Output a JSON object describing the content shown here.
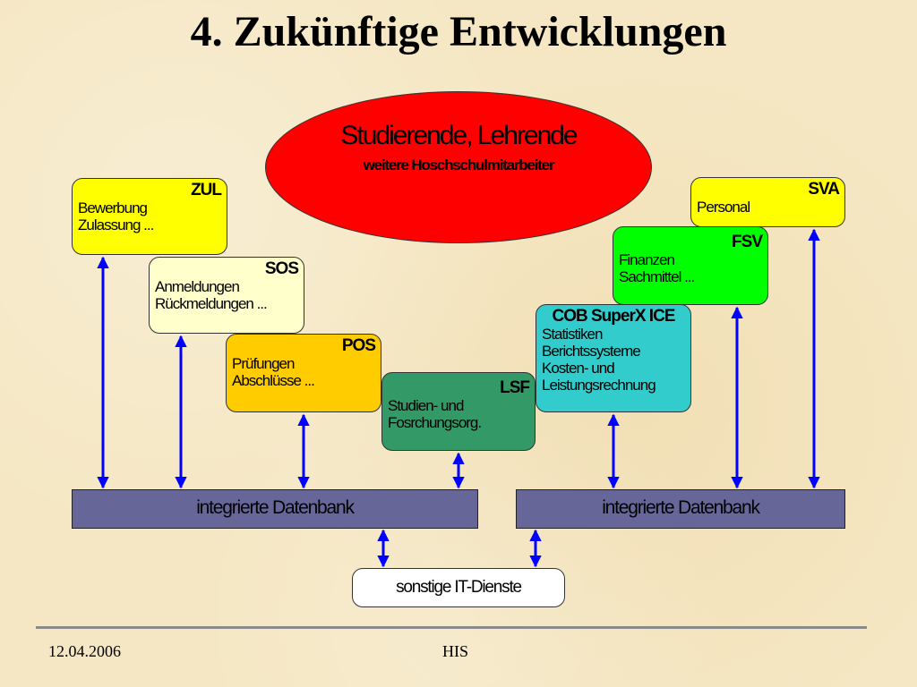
{
  "title": "4. Zukünftige Entwicklungen",
  "ellipse": {
    "main": "Studierende, Lehrende",
    "sub": "weitere Hoschschulmitarbeiter"
  },
  "modules": {
    "zul": {
      "code": "ZUL",
      "lines": [
        "Bewerbung",
        "Zulassung ..."
      ],
      "color": "#ffff00"
    },
    "sos": {
      "code": "SOS",
      "lines": [
        "Anmeldungen",
        "Rückmeldungen ..."
      ],
      "color": "#ffffcc"
    },
    "pos": {
      "code": "POS",
      "lines": [
        "Prüfungen",
        "Abschlüsse ..."
      ],
      "color": "#ffcc00"
    },
    "lsf": {
      "code": "LSF",
      "lines": [
        "Studien- und",
        "Fosrchungsorg."
      ],
      "color": "#339966"
    },
    "cob": {
      "code": "COB  SuperX  ICE",
      "lines": [
        "Statistiken",
        "Berichtssysteme",
        "Kosten- und",
        "Leistungsrechnung"
      ],
      "color": "#33cccc"
    },
    "fsv": {
      "code": "FSV",
      "lines": [
        "Finanzen",
        "Sachmittel ..."
      ],
      "color": "#00ff00"
    },
    "sva": {
      "code": "SVA",
      "lines": [
        "Personal"
      ],
      "color": "#ffff00"
    }
  },
  "databases": {
    "left": "integrierte Datenbank",
    "right": "integrierte Datenbank",
    "color": "#676699"
  },
  "other_services": "sonstige IT-Dienste",
  "arrow_color": "#0000ff",
  "footer": {
    "date": "12.04.2006",
    "org": "HIS"
  }
}
